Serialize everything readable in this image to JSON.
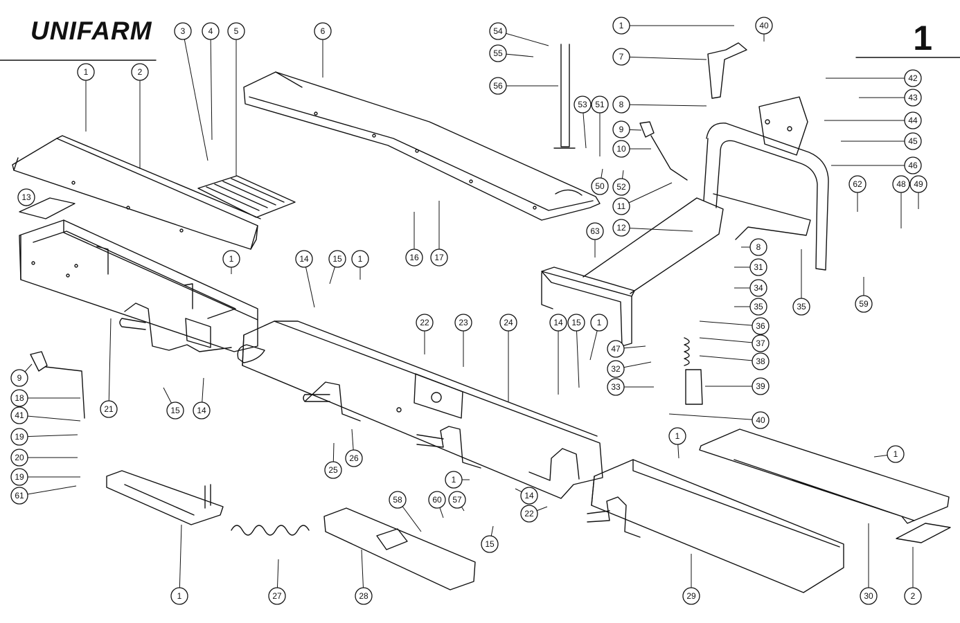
{
  "header": {
    "brand": "UNIFARM",
    "sheet_number": "1"
  },
  "callouts": [
    {
      "label": "1",
      "ref": "grease-nipple"
    },
    {
      "label": "2",
      "ref": "left-top-plate"
    },
    {
      "label": "3",
      "ref": "washer"
    },
    {
      "label": "4",
      "ref": "bolt"
    },
    {
      "label": "5",
      "ref": "footplate"
    },
    {
      "label": "6",
      "ref": "upper-frame"
    },
    {
      "label": "54",
      "ref": "pin"
    },
    {
      "label": "55",
      "ref": "clip"
    },
    {
      "label": "56",
      "ref": "rod"
    },
    {
      "label": "1",
      "ref": "grease-nipple"
    },
    {
      "label": "40",
      "ref": "bush"
    },
    {
      "label": "7",
      "ref": "crank"
    },
    {
      "label": "8",
      "ref": "bush"
    },
    {
      "label": "53",
      "ref": "bolt"
    },
    {
      "label": "51",
      "ref": "washer"
    },
    {
      "label": "9",
      "ref": "knob"
    },
    {
      "label": "10",
      "ref": "handle"
    },
    {
      "label": "50",
      "ref": "shaft"
    },
    {
      "label": "52",
      "ref": "cable"
    },
    {
      "label": "11",
      "ref": "spring"
    },
    {
      "label": "12",
      "ref": "arm"
    },
    {
      "label": "42",
      "ref": "clip"
    },
    {
      "label": "43",
      "ref": "pin"
    },
    {
      "label": "44",
      "ref": "split-pin"
    },
    {
      "label": "45",
      "ref": "pin"
    },
    {
      "label": "46",
      "ref": "hitch-frame"
    },
    {
      "label": "62",
      "ref": "bracket"
    },
    {
      "label": "48",
      "ref": "pin"
    },
    {
      "label": "49",
      "ref": "spring"
    },
    {
      "label": "8",
      "ref": "bush"
    },
    {
      "label": "31",
      "ref": "bush"
    },
    {
      "label": "34",
      "ref": "washer"
    },
    {
      "label": "35",
      "ref": "nut"
    },
    {
      "label": "35",
      "ref": "nut"
    },
    {
      "label": "59",
      "ref": "bolt"
    },
    {
      "label": "63",
      "ref": "nut"
    },
    {
      "label": "16",
      "ref": "bolt"
    },
    {
      "label": "17",
      "ref": "washer"
    },
    {
      "label": "13",
      "ref": "pad"
    },
    {
      "label": "1",
      "ref": "grease-nipple"
    },
    {
      "label": "14",
      "ref": "bush"
    },
    {
      "label": "15",
      "ref": "link"
    },
    {
      "label": "1",
      "ref": "grease-nipple"
    },
    {
      "label": "22",
      "ref": "split-pin"
    },
    {
      "label": "23",
      "ref": "bolt"
    },
    {
      "label": "24",
      "ref": "bracket"
    },
    {
      "label": "14",
      "ref": "bush"
    },
    {
      "label": "15",
      "ref": "link"
    },
    {
      "label": "1",
      "ref": "grease-nipple"
    },
    {
      "label": "47",
      "ref": "bush"
    },
    {
      "label": "32",
      "ref": "washer"
    },
    {
      "label": "33",
      "ref": "bolt"
    },
    {
      "label": "36",
      "ref": "washer"
    },
    {
      "label": "37",
      "ref": "washer"
    },
    {
      "label": "38",
      "ref": "spring"
    },
    {
      "label": "39",
      "ref": "post"
    },
    {
      "label": "40",
      "ref": "pin"
    },
    {
      "label": "1",
      "ref": "grease-nipple"
    },
    {
      "label": "9",
      "ref": "knob"
    },
    {
      "label": "18",
      "ref": "handle"
    },
    {
      "label": "41",
      "ref": "washer"
    },
    {
      "label": "19",
      "ref": "washer"
    },
    {
      "label": "20",
      "ref": "spring"
    },
    {
      "label": "19",
      "ref": "washer"
    },
    {
      "label": "61",
      "ref": "split-pin"
    },
    {
      "label": "21",
      "ref": "left-frame"
    },
    {
      "label": "15",
      "ref": "link"
    },
    {
      "label": "14",
      "ref": "bush"
    },
    {
      "label": "25",
      "ref": "plug"
    },
    {
      "label": "26",
      "ref": "washer"
    },
    {
      "label": "58",
      "ref": "bolt"
    },
    {
      "label": "60",
      "ref": "washer"
    },
    {
      "label": "57",
      "ref": "plate"
    },
    {
      "label": "1",
      "ref": "grease-nipple"
    },
    {
      "label": "14",
      "ref": "bush"
    },
    {
      "label": "22",
      "ref": "split-pin"
    },
    {
      "label": "15",
      "ref": "link"
    },
    {
      "label": "1",
      "ref": "grease-nipple"
    },
    {
      "label": "1",
      "ref": "grease-nipple"
    },
    {
      "label": "27",
      "ref": "stand"
    },
    {
      "label": "28",
      "ref": "spring"
    },
    {
      "label": "29",
      "ref": "bracket"
    },
    {
      "label": "30",
      "ref": "right-frame"
    },
    {
      "label": "2",
      "ref": "right-top-plate"
    },
    {
      "label": "13",
      "ref": "pad"
    }
  ]
}
